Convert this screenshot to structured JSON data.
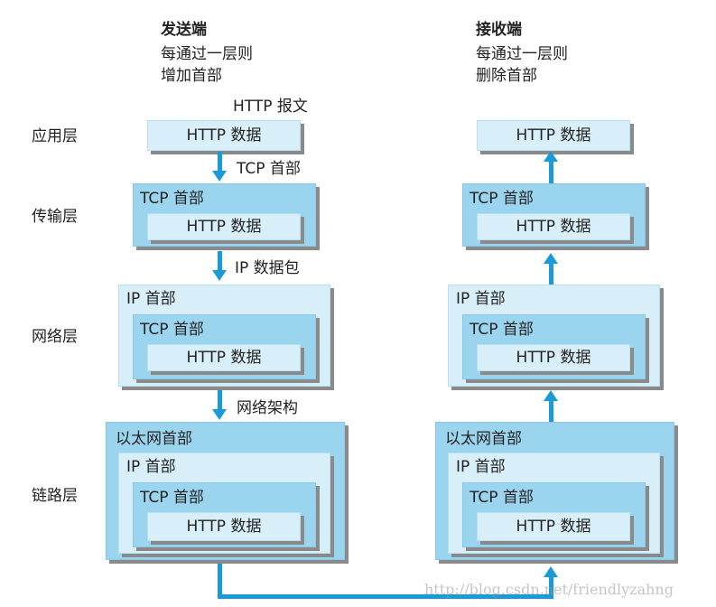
{
  "sender": {
    "title": "发送端",
    "line1": "每通过一层则",
    "line2": "增加首部"
  },
  "receiver": {
    "title": "接收端",
    "line1": "每通过一层则",
    "line2": "删除首部"
  },
  "layers": {
    "application": "应用层",
    "transport": "传输层",
    "network": "网络层",
    "link": "链路层"
  },
  "labels": {
    "http_message": "HTTP 报文",
    "tcp_header": "TCP 首部",
    "ip_packet": "IP 数据包",
    "network_arch": "网络架构"
  },
  "box": {
    "http_data": "HTTP 数据",
    "tcp_header": "TCP 首部",
    "ip_header": "IP 首部",
    "eth_header": "以太网首部"
  },
  "watermark": "http://blog.csdn.net/friendlyzahng",
  "colors": {
    "light_box": "#d8eff9",
    "medium_box": "#9bd4ef",
    "arrow": "#1a9ad6",
    "shadow": "#8a8a8a"
  }
}
